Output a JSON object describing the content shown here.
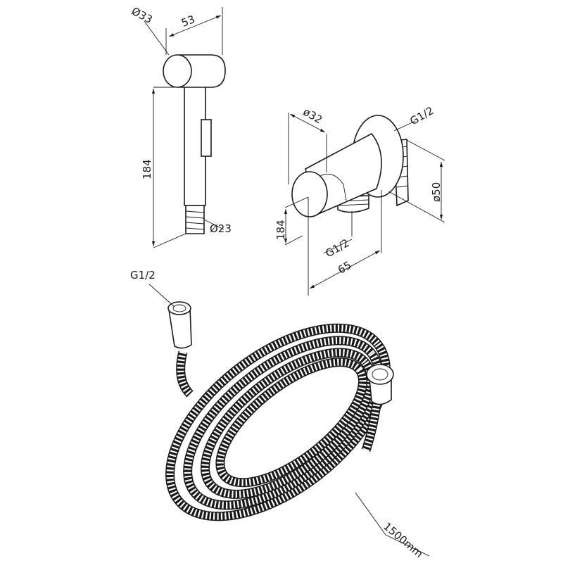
{
  "hand_shower": {
    "head_diameter": "Ø33",
    "head_length": "53",
    "height": "184",
    "nozzle_diameter": "Ø23"
  },
  "wall_elbow": {
    "head_diameter": "ø32",
    "inlet_thread": "G1/2",
    "flange_diameter": "ø50",
    "height": "184",
    "outlet_thread": "G1/2",
    "depth": "65"
  },
  "hose": {
    "thread": "G1/2",
    "length": "1500mm"
  }
}
